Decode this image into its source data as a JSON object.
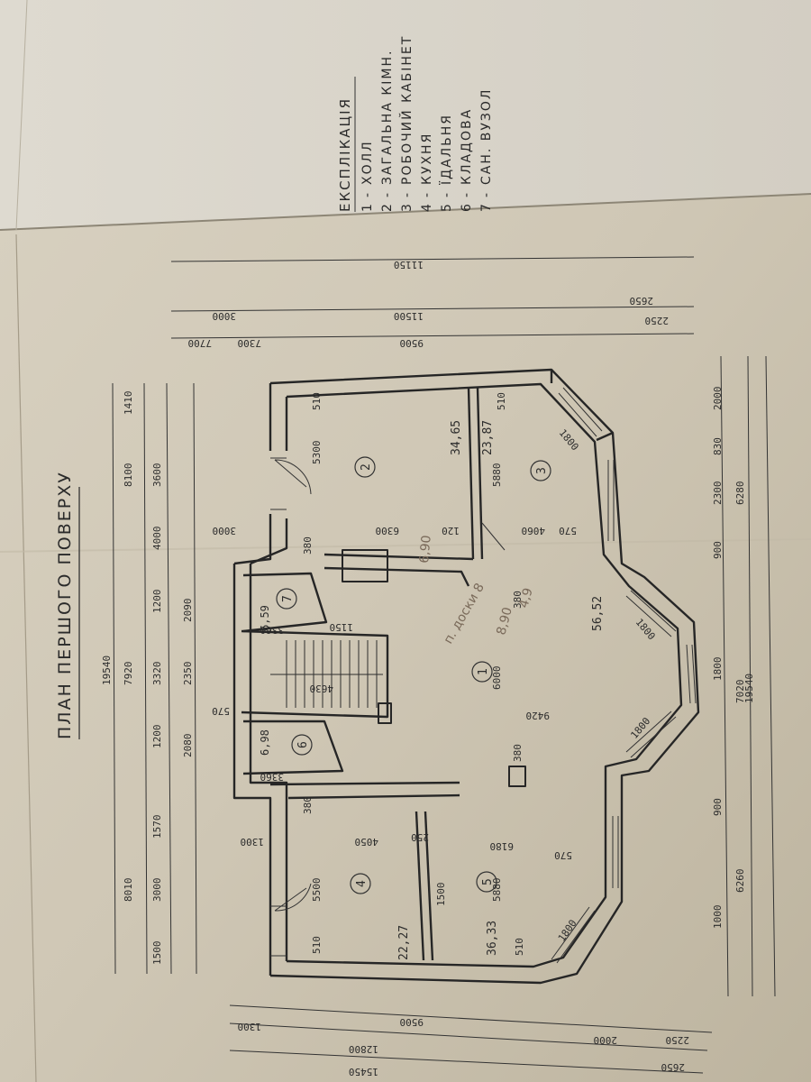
{
  "plan_title": "ПЛАН ПЕРШОГО ПОВЕРХУ",
  "legend": {
    "heading": "ЕКСПЛІКАЦІЯ",
    "items": [
      {
        "num": "1",
        "name": "ХОЛЛ"
      },
      {
        "num": "2",
        "name": "ЗАГАЛЬНА КІМН."
      },
      {
        "num": "3",
        "name": "РОБОЧИЙ КАБІНЕТ"
      },
      {
        "num": "4",
        "name": "КУХНЯ"
      },
      {
        "num": "5",
        "name": "ЇДАЛЬНЯ"
      },
      {
        "num": "6",
        "name": "КЛАДОВА"
      },
      {
        "num": "7",
        "name": "САН. ВУЗОЛ"
      }
    ]
  },
  "rooms": [
    {
      "num": "1",
      "area": "56,52"
    },
    {
      "num": "2",
      "area": "34,65"
    },
    {
      "num": "3",
      "area": "23,87"
    },
    {
      "num": "4",
      "area": "22,27"
    },
    {
      "num": "5",
      "area": "36,33"
    },
    {
      "num": "6",
      "area": "6,98"
    },
    {
      "num": "7",
      "area": "6,59"
    }
  ],
  "dims": {
    "left_total": "19540",
    "left_a": "7920",
    "left_b": "3320",
    "left_c": "8010",
    "left_d": "3000",
    "left_e": "1500",
    "left_f": "8100",
    "left_g": "3600",
    "left_h": "1410",
    "left_i": "4000",
    "left_j": "1570",
    "left_k": "2350",
    "left_l": "2080",
    "left_m": "2090",
    "top_a": "11150",
    "top_b": "11500",
    "top_c": "9500",
    "top_d": "3000",
    "top_e": "2650",
    "top_f": "2250",
    "top_g": "7300",
    "top_h": "7700",
    "bottom_a": "15450",
    "bottom_b": "12800",
    "bottom_c": "9500",
    "bottom_d": "2650",
    "bottom_e": "2250",
    "bottom_f": "2000",
    "bottom_g": "1300",
    "right_total": "19540",
    "right_a": "6280",
    "right_b": "7020",
    "right_c": "6260",
    "right_d": "2000",
    "right_e": "2300",
    "right_f": "1800",
    "room_w1": "6300",
    "room_w2": "5300",
    "room_w3": "4060",
    "room_w4": "5880",
    "room_w5": "6000",
    "room_w6": "9420",
    "room_w7": "4050",
    "room_w8": "5500",
    "room_w9": "5880",
    "room_w10": "6180",
    "room_w11": "4630",
    "room_w12": "3360",
    "room_w13": "3360",
    "wall_510": "510",
    "wall_380": "380",
    "wall_570": "570",
    "wall_120": "120",
    "wall_1800": "1800",
    "wall_1300": "1300",
    "wall_1500": "1500",
    "wall_1150": "1150",
    "wall_250": "250",
    "wall_3000": "3000",
    "wall_900": "900",
    "wall_1200": "1200",
    "wall_1000": "1000",
    "wall_830": "830"
  },
  "pencil_notes": [
    "п. доски 8",
    "8,90",
    "4,9",
    "6,90"
  ]
}
